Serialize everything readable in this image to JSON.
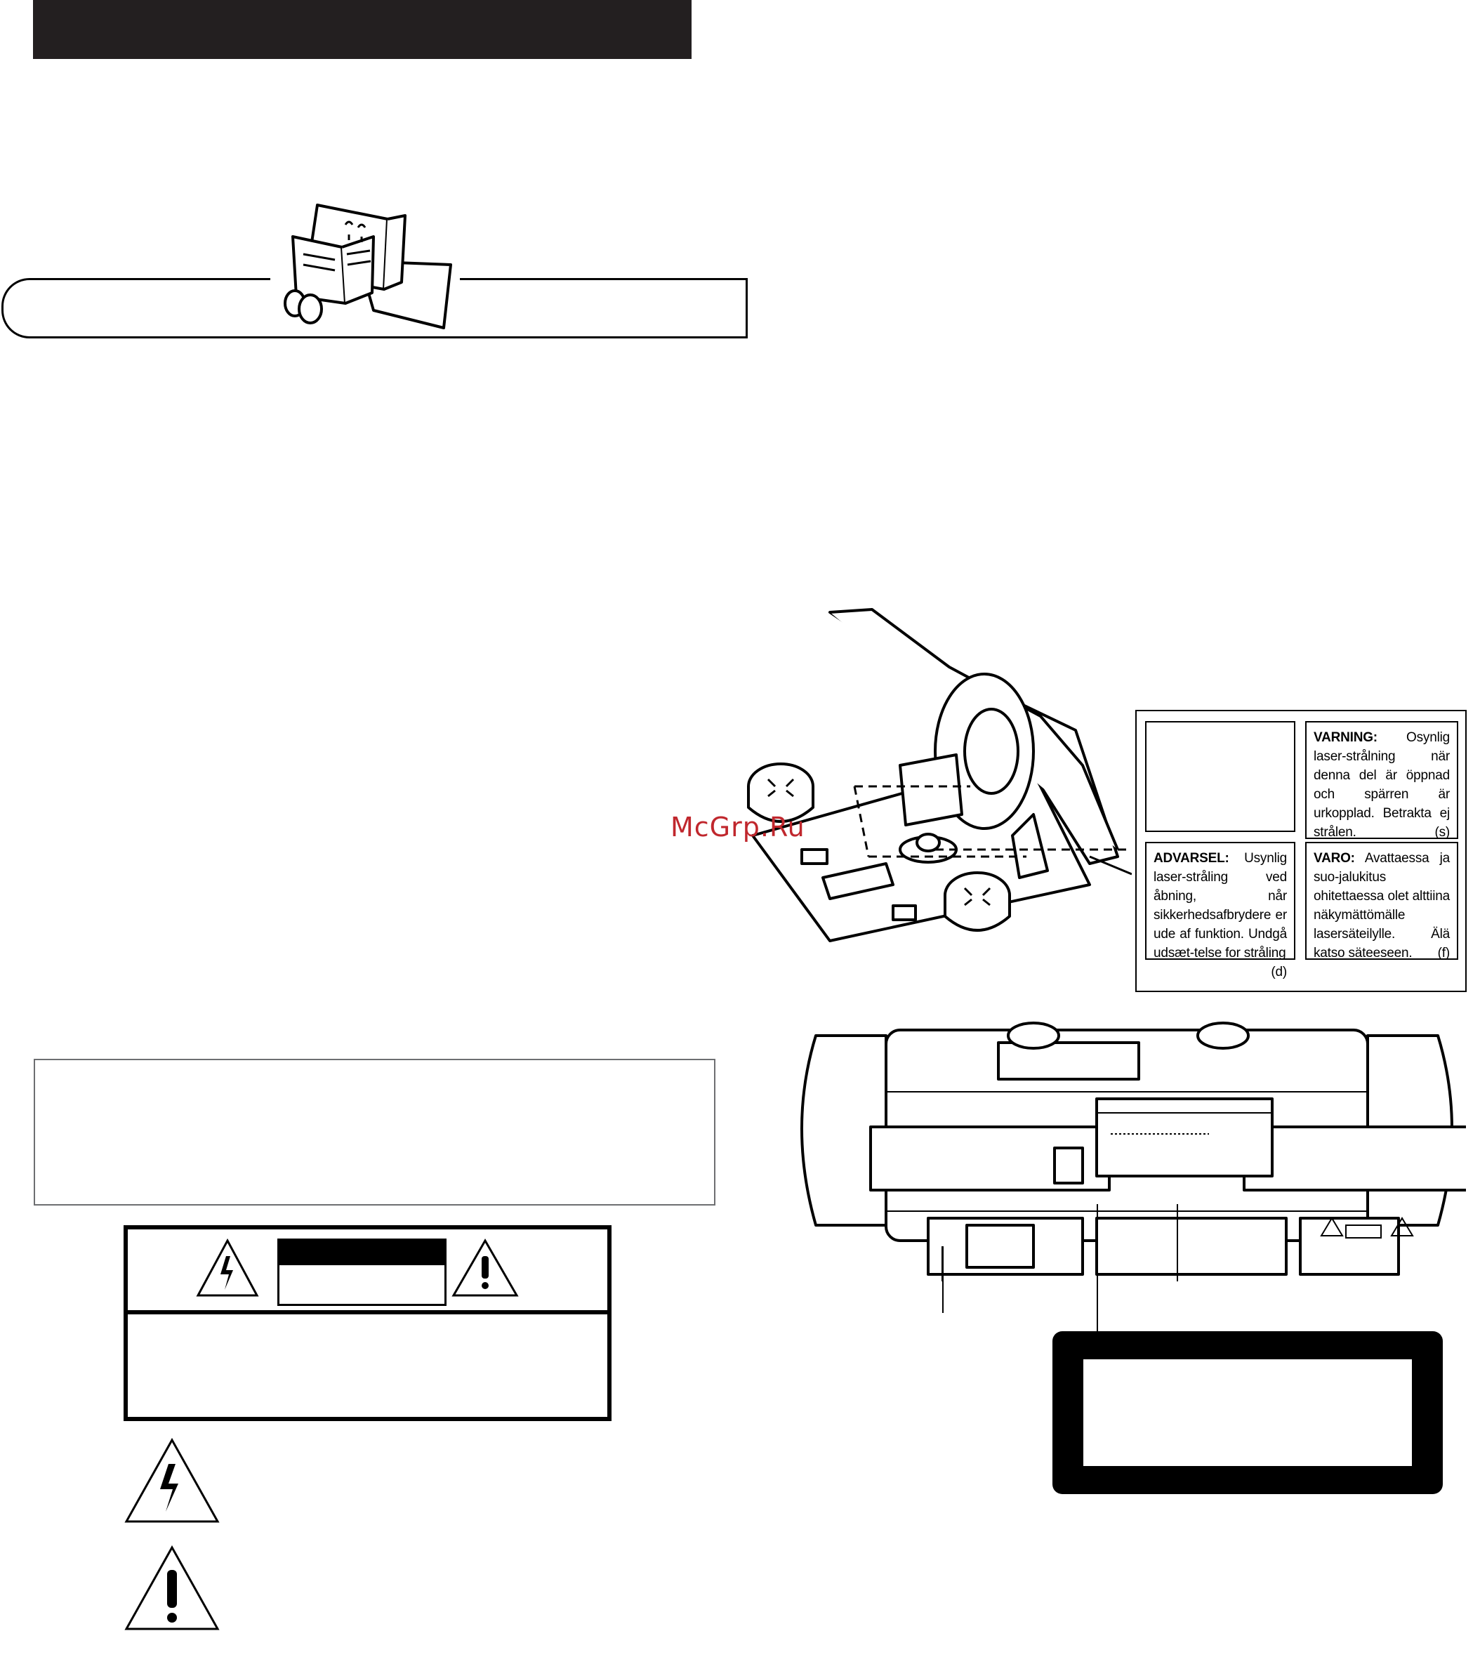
{
  "header": {
    "bar_color": "#231f20"
  },
  "watermark": {
    "text": "McGrp.Ru",
    "color": "#c0272d"
  },
  "laser_label": {
    "blank_cell": "",
    "varning": {
      "heading": "VARNING:",
      "body": "Osynlig laser-strålning när denna del är öppnad och spärren är urkopplad. Betrakta ej strålen.",
      "code": "(s)"
    },
    "advarsel": {
      "heading": "ADVARSEL:",
      "body": "Usynlig laser-stråling ved åbning, når sikkerhedsafbrydere er ude af funktion. Undgå udsæt-telse for stråling",
      "code": "(d)"
    },
    "varo": {
      "heading": "VARO:",
      "body": "Avattaessa ja suo-jalukitus ohitettaessa olet alttiina näkymättömälle lasersäteilylle. Älä katso säteeseen.",
      "code": "(f)"
    }
  },
  "icons": {
    "reading_mascot": "reading-tv-mascot-icon",
    "lightning_triangle": "electric-shock-warning-icon",
    "exclamation_triangle": "attention-warning-icon",
    "cd_lid_illustration": "cd-player-open-lid-illustration",
    "rear_panel_illustration": "cd-radio-rear-panel-illustration"
  }
}
